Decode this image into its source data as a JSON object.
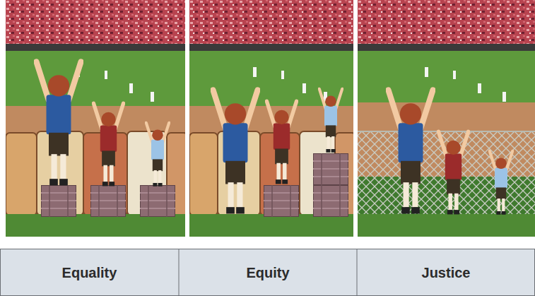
{
  "diagram": {
    "labels": [
      "Equality",
      "Equity",
      "Justice"
    ]
  }
}
